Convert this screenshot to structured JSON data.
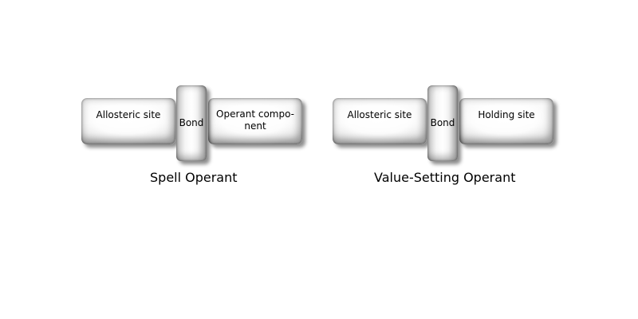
{
  "diagrams": [
    {
      "left_block": "Allosteric site",
      "bond": "Bond",
      "right_block_lines": [
        "Operant compo-",
        "nent"
      ],
      "caption": "Spell Operant"
    },
    {
      "left_block": "Allosteric site",
      "bond": "Bond",
      "right_block": "Holding site",
      "caption": "Value-Setting Operant"
    }
  ]
}
